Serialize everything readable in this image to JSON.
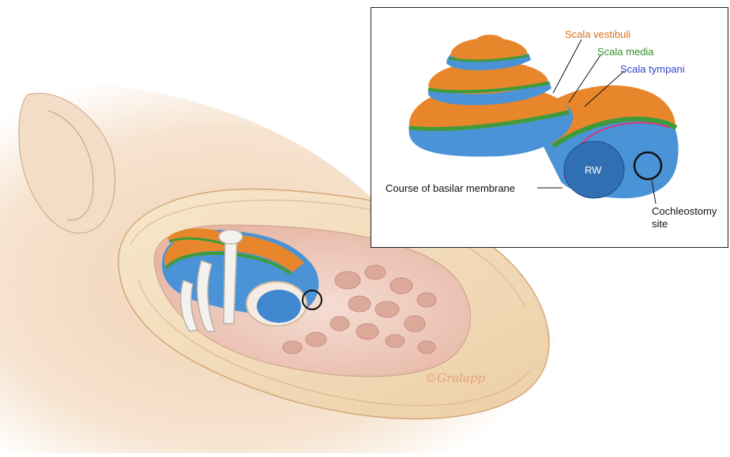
{
  "inset": {
    "labels": {
      "scala_vestibuli": "Scala vestibuli",
      "scala_media": "Scala media",
      "scala_tympani": "Scala tympani",
      "round_window": "RW",
      "basilar_membrane": "Course of basilar membrane",
      "cochleostomy_line1": "Cochleostomy",
      "cochleostomy_line2": "site"
    }
  },
  "signature": "©Gralapp",
  "colors": {
    "scala_vestibuli": "#e8862b",
    "scala_media": "#3f9b3a",
    "scala_tympani": "#4a93d6",
    "label_vestibuli": "#d9731f",
    "label_media": "#2f8f2c",
    "label_tympani": "#2f45c8",
    "basilar_membrane": "#d9357f",
    "skin": "#f3d9bd",
    "bone": "#efc9c0"
  }
}
